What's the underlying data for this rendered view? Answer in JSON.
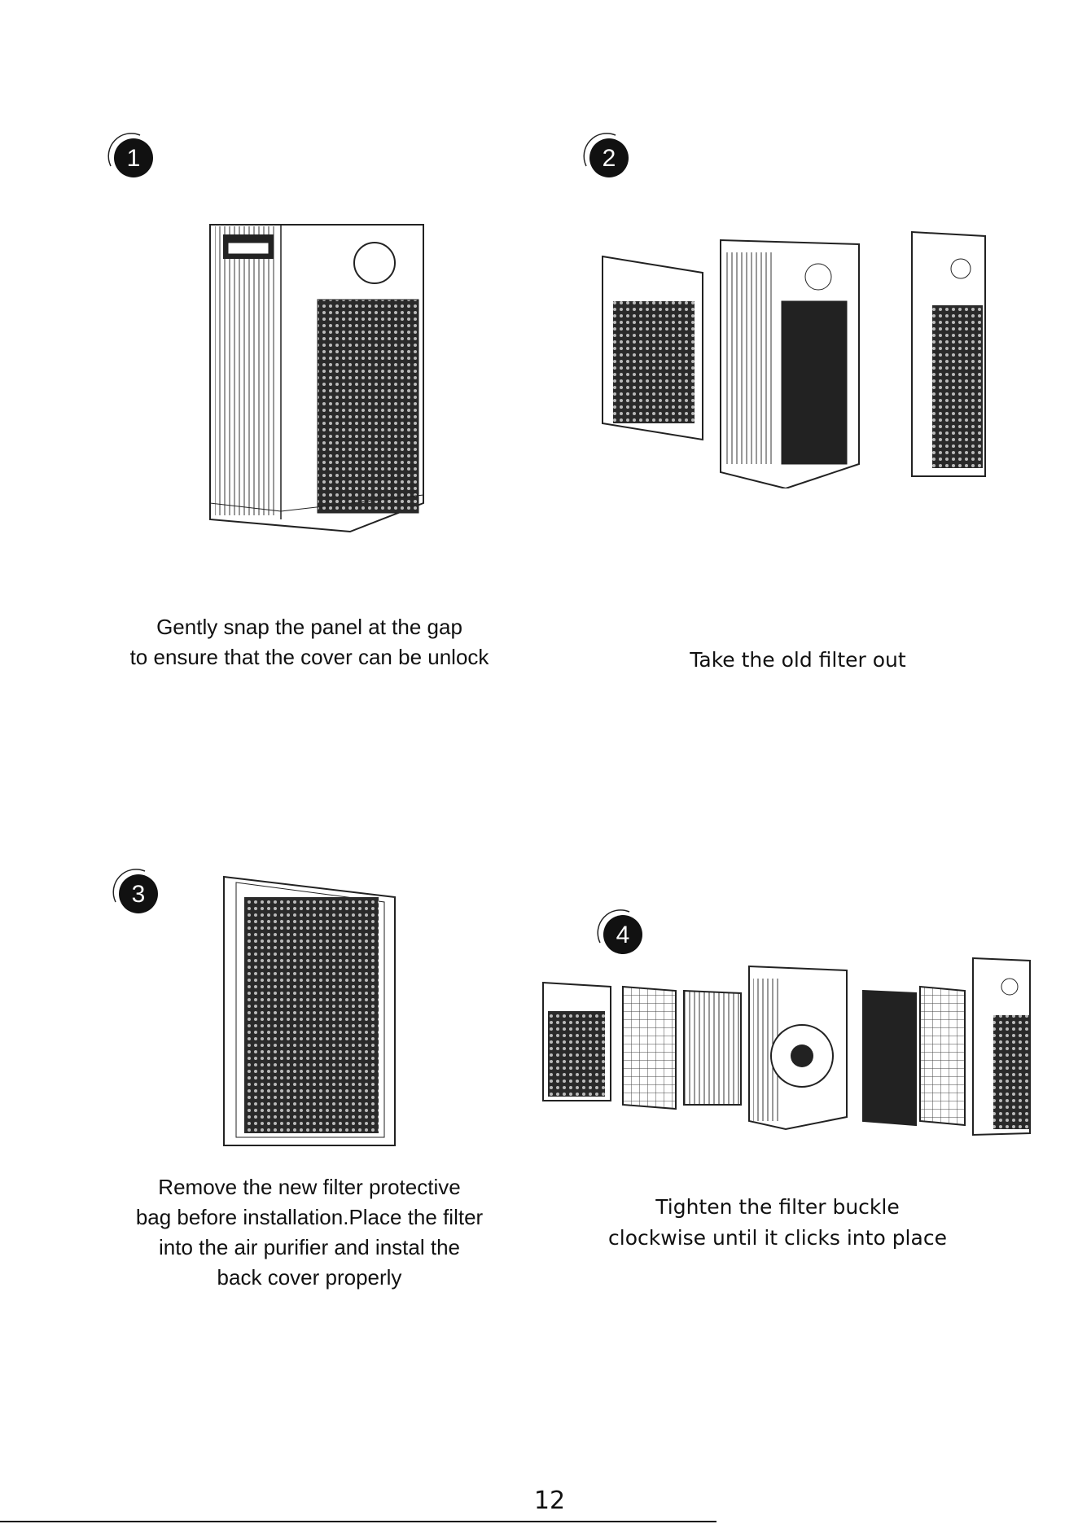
{
  "steps": [
    {
      "number": "1",
      "lines": [
        "Gently snap the panel at the gap",
        "to ensure that the cover can be unlock"
      ]
    },
    {
      "number": "2",
      "lines": [
        "Take the old filter out"
      ]
    },
    {
      "number": "3",
      "lines": [
        "Remove the new filter protective",
        "bag before installation.Place the filter",
        "into the air purifier and instal the",
        "back cover properly"
      ]
    },
    {
      "number": "4",
      "lines": [
        "Tighten the filter buckle",
        "clockwise until it clicks into place"
      ]
    }
  ],
  "page_number": "12"
}
